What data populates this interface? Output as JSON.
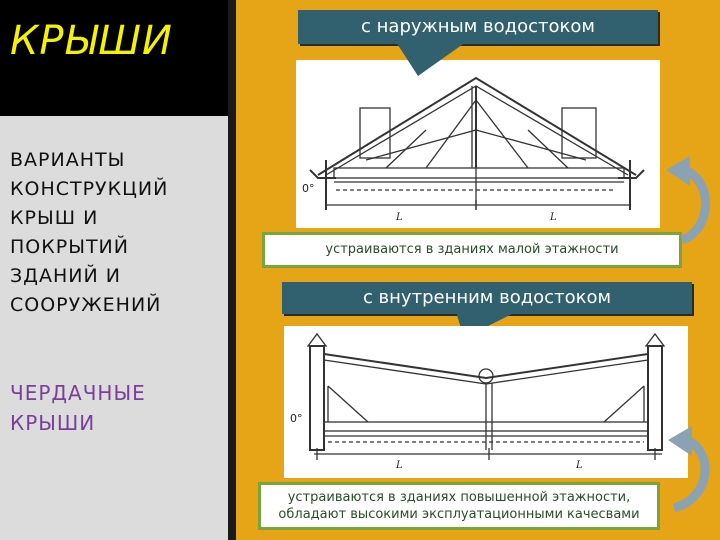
{
  "left": {
    "title": "КРЫШИ",
    "variants_lines": [
      "ВАРИАНТЫ",
      "КОНСТРУКЦИЙ",
      "КРЫШ И",
      "ПОКРЫТИЙ",
      "ЗДАНИЙ И",
      "СООРУЖЕНИЙ"
    ],
    "section_lines": [
      "ЧЕРДАЧНЫЕ",
      "КРЫШИ"
    ]
  },
  "top": {
    "banner": "с наружным водостоком",
    "note": "устраиваются в зданиях малой этажности",
    "level_mark": "0°",
    "span_labels": [
      "L",
      "L"
    ]
  },
  "bottom": {
    "banner": "с внутренним водостоком",
    "note_lines": [
      "устраиваются в зданиях повышенной этажности,",
      "обладают высокими эксплуатационными качесвами"
    ],
    "level_mark": "0°",
    "span_labels": [
      "L",
      "L"
    ]
  },
  "colors": {
    "title": "#f4f200",
    "section": "#7b3f99",
    "panel": "#e6a417",
    "banner": "#31606f"
  }
}
